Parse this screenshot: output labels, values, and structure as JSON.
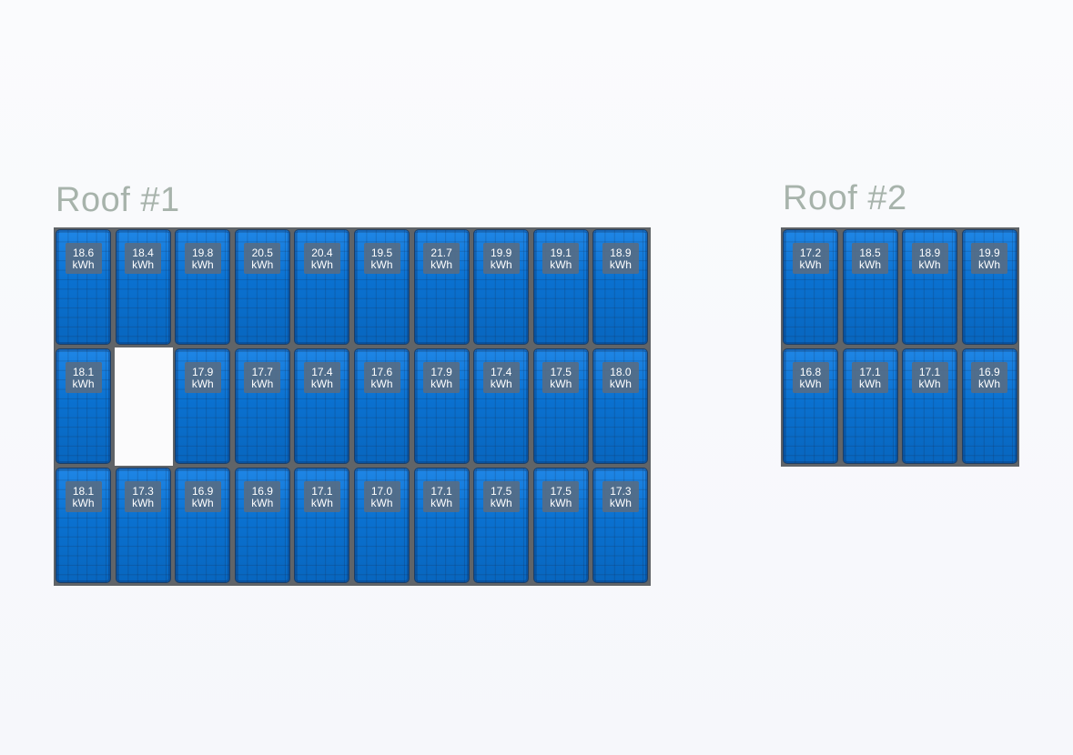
{
  "roofs": [
    {
      "title": "Roof #1",
      "columns": 10,
      "panels": [
        {
          "value": "18.6",
          "unit": "kWh"
        },
        {
          "value": "18.4",
          "unit": "kWh"
        },
        {
          "value": "19.8",
          "unit": "kWh"
        },
        {
          "value": "20.5",
          "unit": "kWh"
        },
        {
          "value": "20.4",
          "unit": "kWh"
        },
        {
          "value": "19.5",
          "unit": "kWh"
        },
        {
          "value": "21.7",
          "unit": "kWh"
        },
        {
          "value": "19.9",
          "unit": "kWh"
        },
        {
          "value": "19.1",
          "unit": "kWh"
        },
        {
          "value": "18.9",
          "unit": "kWh"
        },
        {
          "value": "18.1",
          "unit": "kWh"
        },
        {
          "empty": true
        },
        {
          "value": "17.9",
          "unit": "kWh"
        },
        {
          "value": "17.7",
          "unit": "kWh"
        },
        {
          "value": "17.4",
          "unit": "kWh"
        },
        {
          "value": "17.6",
          "unit": "kWh"
        },
        {
          "value": "17.9",
          "unit": "kWh"
        },
        {
          "value": "17.4",
          "unit": "kWh"
        },
        {
          "value": "17.5",
          "unit": "kWh"
        },
        {
          "value": "18.0",
          "unit": "kWh"
        },
        {
          "value": "18.1",
          "unit": "kWh"
        },
        {
          "value": "17.3",
          "unit": "kWh"
        },
        {
          "value": "16.9",
          "unit": "kWh"
        },
        {
          "value": "16.9",
          "unit": "kWh"
        },
        {
          "value": "17.1",
          "unit": "kWh"
        },
        {
          "value": "17.0",
          "unit": "kWh"
        },
        {
          "value": "17.1",
          "unit": "kWh"
        },
        {
          "value": "17.5",
          "unit": "kWh"
        },
        {
          "value": "17.5",
          "unit": "kWh"
        },
        {
          "value": "17.3",
          "unit": "kWh"
        }
      ]
    },
    {
      "title": "Roof #2",
      "columns": 4,
      "panels": [
        {
          "value": "17.2",
          "unit": "kWh"
        },
        {
          "value": "18.5",
          "unit": "kWh"
        },
        {
          "value": "18.9",
          "unit": "kWh"
        },
        {
          "value": "19.9",
          "unit": "kWh"
        },
        {
          "value": "16.8",
          "unit": "kWh"
        },
        {
          "value": "17.1",
          "unit": "kWh"
        },
        {
          "value": "17.1",
          "unit": "kWh"
        },
        {
          "value": "16.9",
          "unit": "kWh"
        }
      ]
    }
  ],
  "colors": {
    "title": "#a7b3ab",
    "panel": "#0a74d4",
    "frame": "#606468",
    "label_bg": "#566c85"
  }
}
